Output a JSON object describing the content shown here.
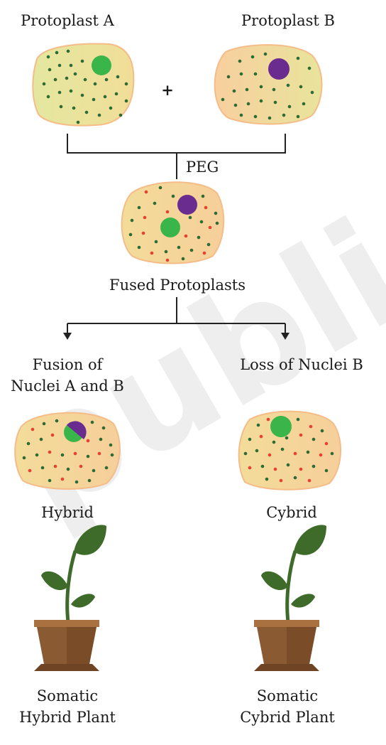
{
  "labels": {
    "protoplast_a": "Protoplast A",
    "protoplast_b": "Protoplast B",
    "plus": "+",
    "peg": "PEG",
    "fused": "Fused Protoplasts",
    "fusion_line1": "Fusion of",
    "fusion_line2": "Nuclei A and B",
    "loss": "Loss of Nuclei B",
    "hybrid": "Hybrid",
    "cybrid": "Cybrid",
    "somatic_hybrid_line1": "Somatic",
    "somatic_hybrid_line2": "Hybrid Plant",
    "somatic_cybrid_line1": "Somatic",
    "somatic_cybrid_line2": "Cybrid Plant"
  },
  "watermark": "published",
  "colors": {
    "cell_fill": "#e3e59c",
    "cell_border": "#f5bc88",
    "cell_b_fill": "#f9d29c",
    "dot_green": "#2e6b34",
    "dot_red": "#e8402f",
    "nucleus_green": "#39b54a",
    "nucleus_purple": "#6a2d8f",
    "leaf": "#3f6b2a",
    "pot": "#8a5a32",
    "pot_rim": "#a8713f"
  }
}
